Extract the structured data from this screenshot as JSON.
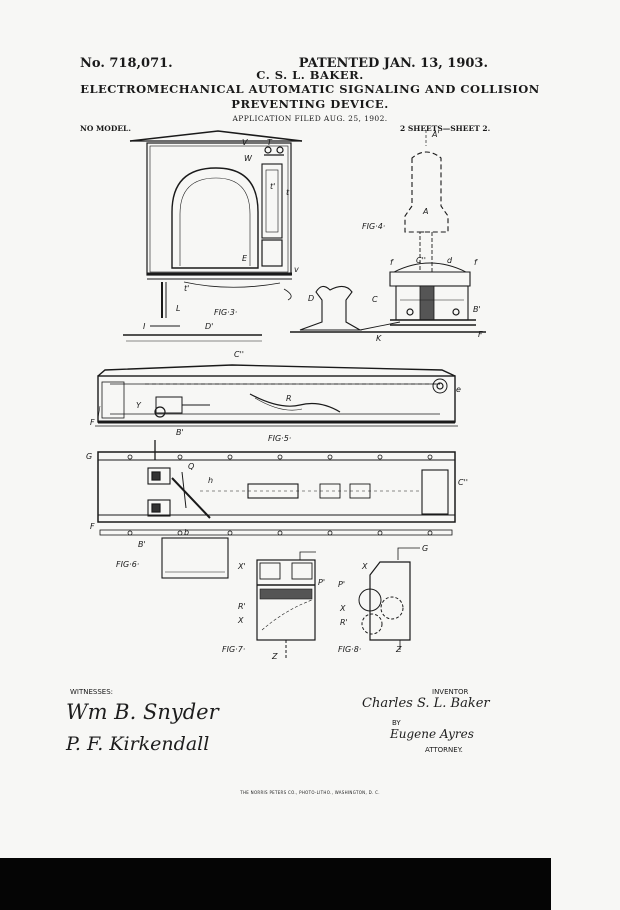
{
  "header": {
    "patent_number": "No. 718,071.",
    "patented_date": "PATENTED JAN. 13, 1903.",
    "inventor_name": "C. S. L. BAKER.",
    "title_line1": "ELECTROMECHANICAL AUTOMATIC SIGNALING AND COLLISION",
    "title_line2": "PREVENTING DEVICE.",
    "application_filed": "APPLICATION FILED AUG. 25, 1902.",
    "model": "NO MODEL.",
    "sheets": "2 SHEETS—SHEET 2."
  },
  "figures": {
    "fig3": "FIG·3·",
    "fig4": "FIG·4·",
    "fig5": "FIG·5·",
    "fig6": "FIG·6·",
    "fig7": "FIG·7·",
    "fig8": "FIG·8·"
  },
  "labels": {
    "V": "V",
    "T": "T",
    "W": "W",
    "t1": "t'",
    "t": "t",
    "E": "E",
    "v": "v",
    "t2": "t'",
    "L": "L",
    "I": "I",
    "D1": "D'",
    "A1": "A'",
    "A": "A",
    "f": "f",
    "C2": "C''",
    "d": "d",
    "f2": "f",
    "D": "D",
    "C": "C",
    "B1": "B'",
    "K": "K",
    "F": "F",
    "C3": "C''",
    "e": "e",
    "R": "R",
    "B": "B'",
    "F2": "F",
    "Y": "Y",
    "G": "G",
    "h": "h",
    "Q": "Q",
    "C4": "C''",
    "F3": "F",
    "b": "b",
    "B3": "B'",
    "X1": "X'",
    "P1": "P'",
    "R1": "R'",
    "X": "X",
    "Z": "Z",
    "Z2": "Z",
    "G2": "G",
    "X2": "X",
    "P2": "P'",
    "R2": "R'",
    "X3": "X"
  },
  "footer": {
    "witnesses_label": "WITNESSES:",
    "witness1_signature": "Wm B. Snyder",
    "witness2_signature": "P. F. Kirkendall",
    "inventor_label": "INVENTOR",
    "inventor_signature": "Charles S. L. Baker",
    "by_label": "BY",
    "attorney_signature": "Eugene Ayres",
    "attorney_label": "ATTORNEY.",
    "printer_credit": "THE NORRIS PETERS CO., PHOTO-LITHO., WASHINGTON, D. C."
  }
}
